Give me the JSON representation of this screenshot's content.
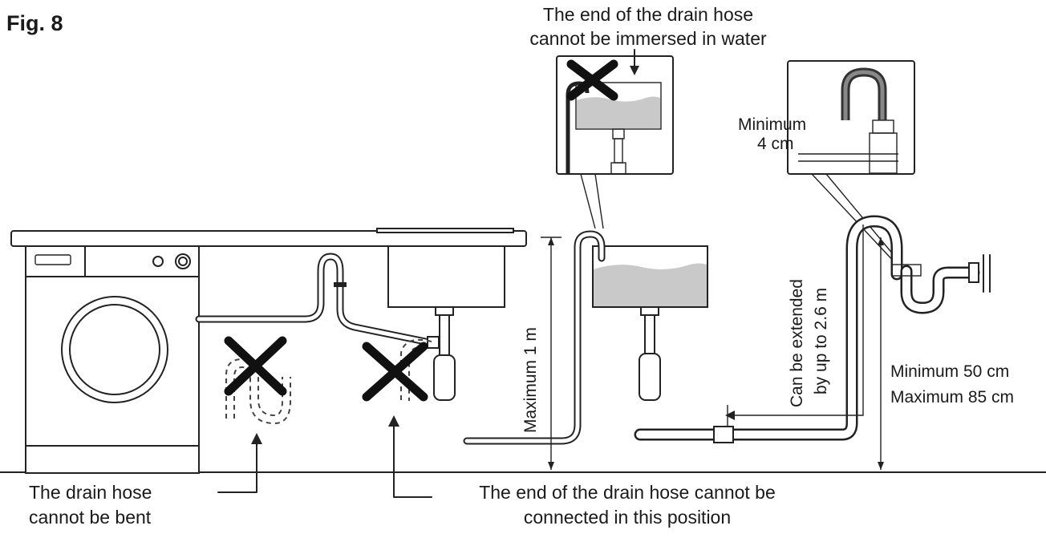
{
  "figure": {
    "label": "Fig. 8"
  },
  "annotations": {
    "immersed_line1": "The end of the drain hose",
    "immersed_line2": "cannot be immersed in water",
    "minimum_4cm_line1": "Minimum",
    "minimum_4cm_line2": "4 cm",
    "maximum_1m": "Maximum 1 m",
    "extended_line1": "Can be extended",
    "extended_line2": "by up to 2.6 m",
    "min_50cm": "Minimum 50 cm",
    "max_85cm": "Maximum 85 cm",
    "bent_line1": "The drain hose",
    "bent_line2": "cannot be bent",
    "position_line1": "The end of the drain hose cannot be",
    "position_line2": "connected in this position"
  },
  "icons": [
    "washing-machine-icon",
    "sink-icon",
    "cross-icon",
    "arrow-icon"
  ],
  "colors": {
    "line": "#222222",
    "water": "#c9c9c9",
    "background": "#ffffff"
  }
}
